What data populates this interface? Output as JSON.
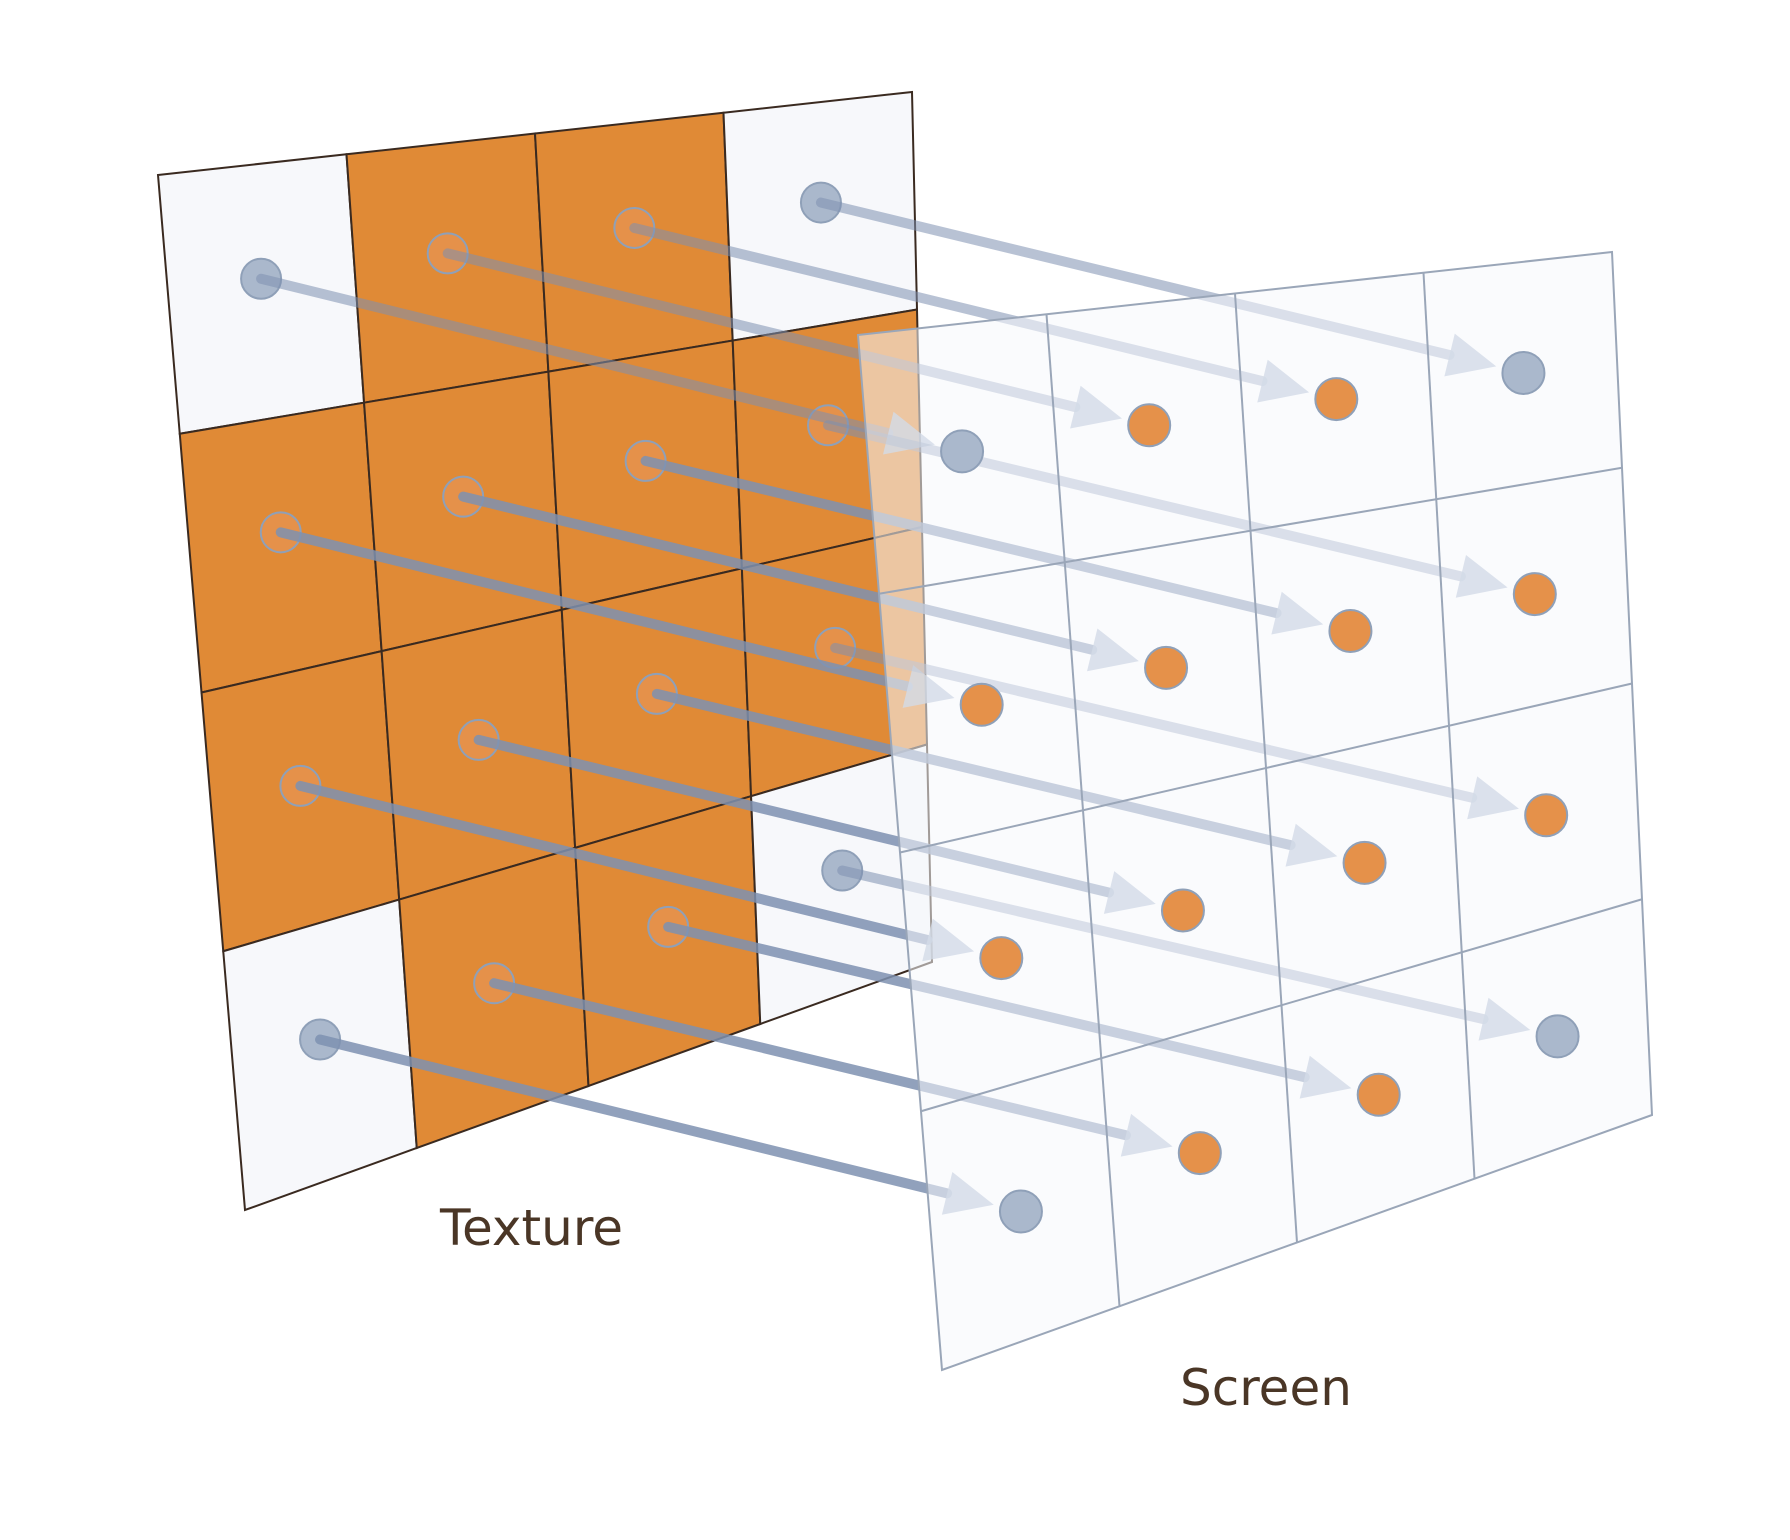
{
  "labels": {
    "texture": "Texture",
    "screen": "Screen"
  },
  "colors": {
    "orange_cell": "#e08a36",
    "white_cell": "#f7f8fb",
    "orange_dot": "#e5914a",
    "gray_dot": "#aab8cc",
    "dot_stroke": "#8fa0b8",
    "arrow": "#7e90b0",
    "grid_line_texture": "#3a2a20",
    "grid_line_screen": "#9aa6b8",
    "label_text": "#4a3626"
  },
  "texture_grid": {
    "rows": 4,
    "cols": 4,
    "pattern": [
      [
        "white",
        "orange",
        "orange",
        "white"
      ],
      [
        "orange",
        "orange",
        "orange",
        "orange"
      ],
      [
        "orange",
        "orange",
        "orange",
        "orange"
      ],
      [
        "white",
        "orange",
        "orange",
        "white"
      ]
    ]
  },
  "screen_grid": {
    "rows": 4,
    "cols": 4,
    "pattern": [
      [
        "gray",
        "orange",
        "orange",
        "gray"
      ],
      [
        "orange",
        "orange",
        "orange",
        "orange"
      ],
      [
        "orange",
        "orange",
        "orange",
        "orange"
      ],
      [
        "gray",
        "orange",
        "orange",
        "gray"
      ]
    ]
  }
}
